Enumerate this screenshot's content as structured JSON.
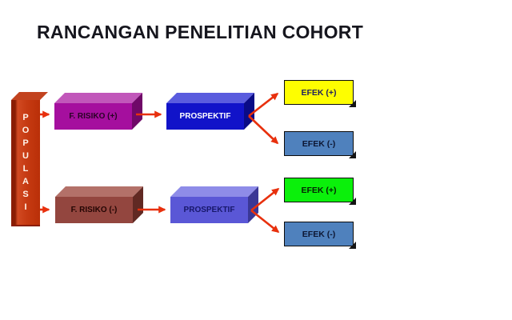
{
  "title": "RANCANGAN PENELITIAN COHORT",
  "diagram": {
    "populasi": {
      "label": "POPULASI",
      "letters": [
        "P",
        "O",
        "P",
        "U",
        "L",
        "A",
        "S",
        "I"
      ],
      "color": "#C63A12"
    },
    "top_path": {
      "risk": {
        "label": "F. RISIKO (+)",
        "color": "#A50F9E"
      },
      "prospektif": {
        "label": "PROSPEKTIF",
        "color": "#1113C9"
      },
      "efek_pos": {
        "label": "EFEK (+)",
        "color": "#FEFE00"
      },
      "efek_neg": {
        "label": "EFEK (-)",
        "color": "#4F81BD"
      }
    },
    "bottom_path": {
      "risk": {
        "label": "F. RISIKO (-)",
        "color": "#93463F"
      },
      "prospektif": {
        "label": "PROSPEKTIF",
        "color": "#5A57D6"
      },
      "efek_pos": {
        "label": "EFEK (+)",
        "color": "#0BF00B"
      },
      "efek_neg": {
        "label": "EFEK (-)",
        "color": "#4F81BD"
      }
    },
    "connections": [
      {
        "from": "POPULASI",
        "to": "F. RISIKO (+)"
      },
      {
        "from": "F. RISIKO (+)",
        "to": "PROSPEKTIF (top)"
      },
      {
        "from": "PROSPEKTIF (top)",
        "to": "EFEK (+)"
      },
      {
        "from": "PROSPEKTIF (top)",
        "to": "EFEK (-)"
      },
      {
        "from": "POPULASI",
        "to": "F. RISIKO (-)"
      },
      {
        "from": "F. RISIKO (-)",
        "to": "PROSPEKTIF (bottom)"
      },
      {
        "from": "PROSPEKTIF (bottom)",
        "to": "EFEK (+)"
      },
      {
        "from": "PROSPEKTIF (bottom)",
        "to": "EFEK (-)"
      }
    ],
    "colors": {
      "arrow_red": "#E8300D",
      "card_border": "#0B0B0B",
      "title_text": "#16161E",
      "background": "#FFFFFF"
    }
  }
}
